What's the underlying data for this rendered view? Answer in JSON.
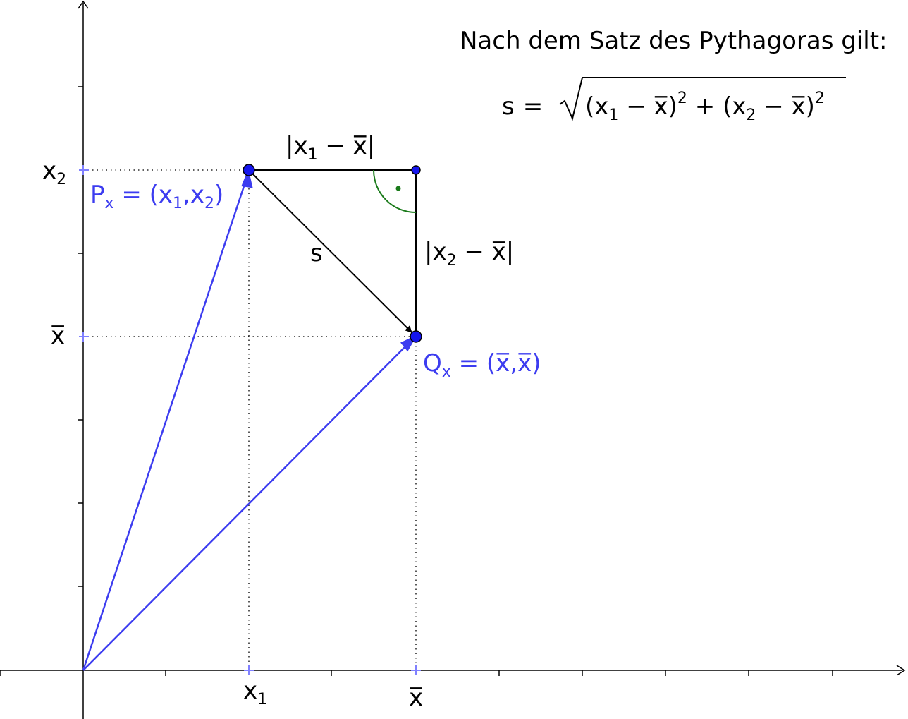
{
  "heading": "Nach dem Satz des Pythagoras gilt:",
  "formula": {
    "lhs": "s",
    "eq": "=",
    "radicand_a_open": "(x",
    "sub1": "1",
    "minus_a": " − x̅)",
    "sq_a": "2",
    "plus": " + ",
    "radicand_b_open": "(x",
    "sub2": "2",
    "minus_b": " − x̅)",
    "sq_b": "2"
  },
  "segment_labels": {
    "horizontal": {
      "open": "|x",
      "sub": "1",
      "rest": " − x̅|"
    },
    "vertical": {
      "open": "|x",
      "sub": "2",
      "rest": " − x̅|"
    },
    "hypotenuse": "s"
  },
  "points": {
    "P": {
      "name": "P",
      "sub": "x",
      "eq": " = (x",
      "sub_a": "1",
      "comma": ",x",
      "sub_b": "2",
      "close": ")"
    },
    "Q": {
      "name": "Q",
      "sub": "x",
      "eq": " = (x̅,x̅)"
    }
  },
  "axis_labels": {
    "x1": {
      "base": "x",
      "sub": "1"
    },
    "xbar_x": "x̅",
    "x2": {
      "base": "x",
      "sub": "2"
    },
    "xbar_y": "x̅"
  },
  "colors": {
    "vector": "#3c3cf0",
    "point_fill": "#1515ee",
    "angle_mark": "#1a7a1a",
    "axis": "#000000",
    "tick_marker": "#8080ff"
  }
}
